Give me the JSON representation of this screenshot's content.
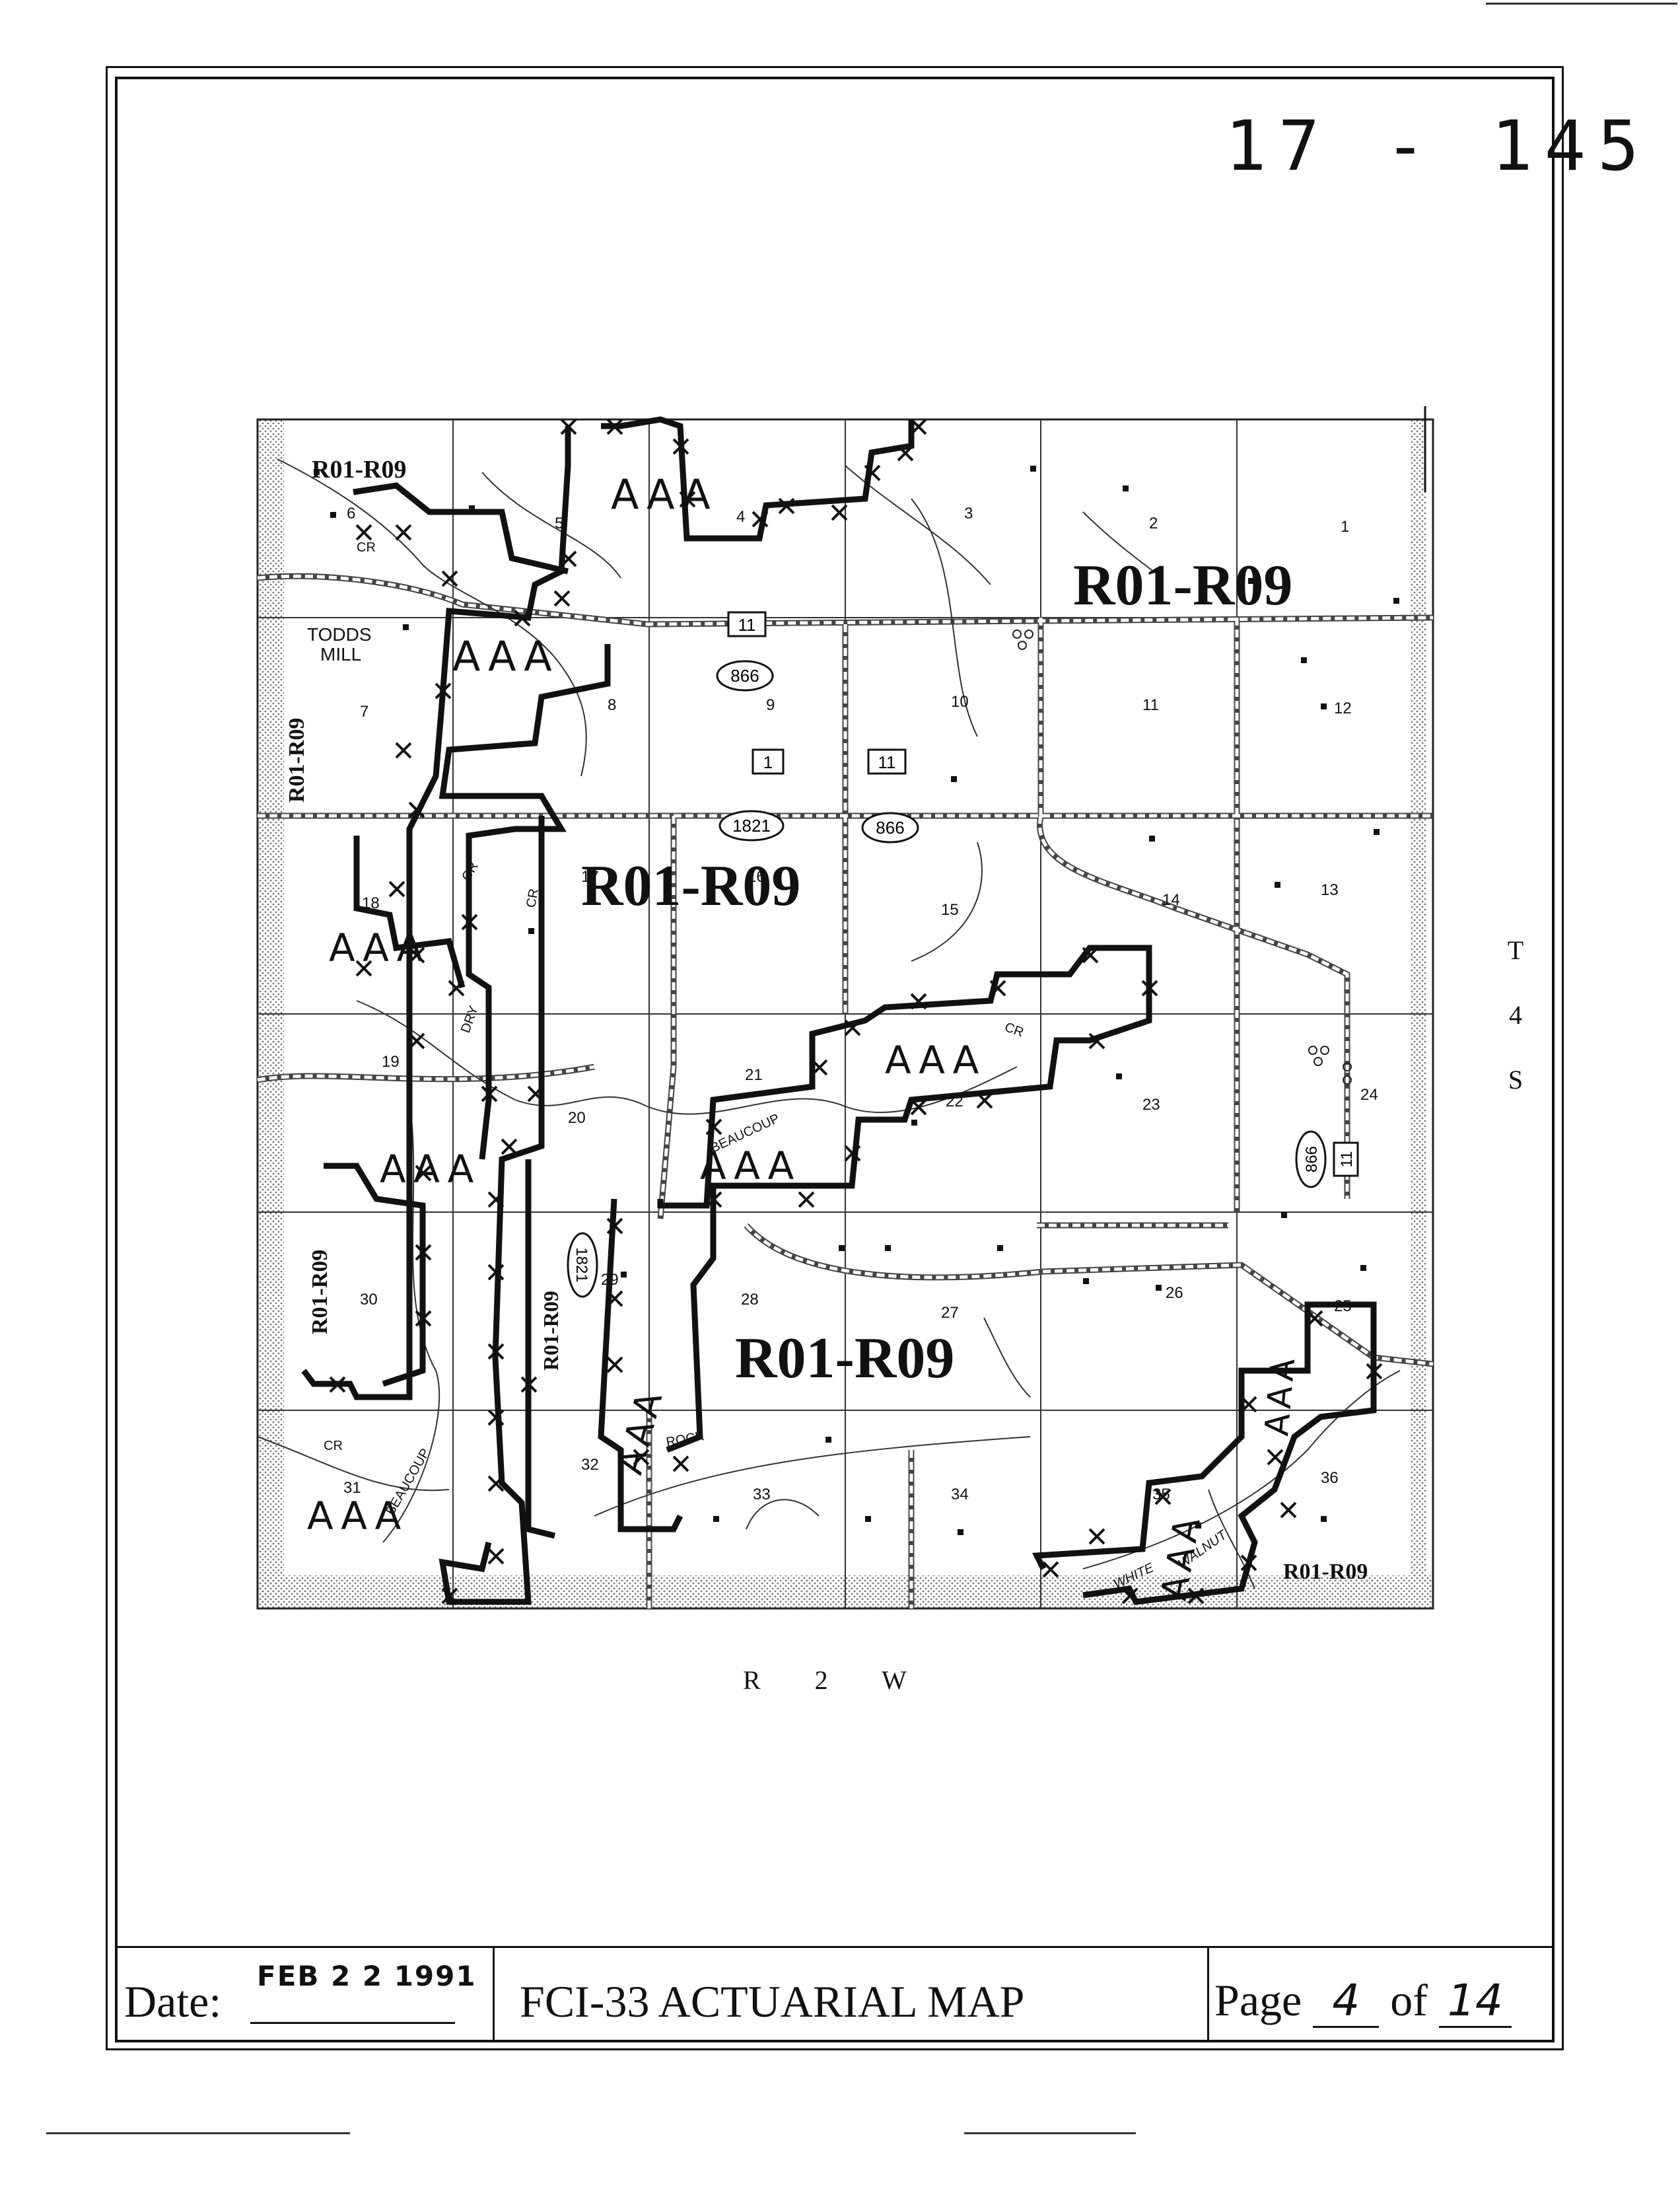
{
  "document": {
    "map_id": "17 - 145",
    "township": [
      "T",
      "4",
      "S"
    ],
    "range": "R 2 W"
  },
  "map": {
    "zone_label": "R01-R09",
    "high_risk_label": "AAA",
    "place_names": [
      "TODDS",
      "MILL"
    ],
    "sections": [
      "1",
      "2",
      "3",
      "4",
      "5",
      "6",
      "7",
      "8",
      "9",
      "10",
      "11",
      "12",
      "13",
      "14",
      "15",
      "16",
      "17",
      "18",
      "19",
      "20",
      "21",
      "22",
      "23",
      "24",
      "25",
      "26",
      "27",
      "28",
      "29",
      "30",
      "31",
      "32",
      "33",
      "34",
      "35",
      "36"
    ],
    "routes": [
      "11",
      "866",
      "1",
      "11",
      "1821",
      "866",
      "866",
      "11",
      "1821"
    ],
    "stream_labels": [
      "CR",
      "CR",
      "CR",
      "DRY",
      "BEAUCOUP",
      "BEAUCOUP",
      "CR",
      "ROCK",
      "WHITE",
      "WALNUT",
      "CR"
    ]
  },
  "footer": {
    "date_label": "Date:",
    "date_stamp": "FEB 2 2 1991",
    "title": "FCI-33 ACTUARIAL MAP",
    "page_label": "Page",
    "page_number": "4",
    "of_label": "of",
    "page_total": "14"
  }
}
